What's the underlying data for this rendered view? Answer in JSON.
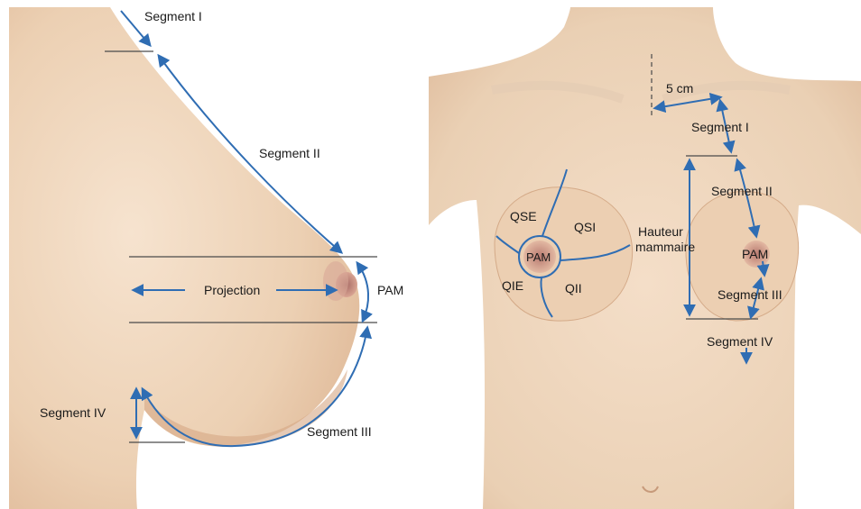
{
  "left_panel": {
    "labels": {
      "segment1": "Segment I",
      "segment2": "Segment II",
      "segment3": "Segment III",
      "segment4": "Segment IV",
      "projection": "Projection",
      "pam": "PAM"
    }
  },
  "right_panel": {
    "labels": {
      "five_cm": "5 cm",
      "segment1": "Segment I",
      "segment2": "Segment II",
      "segment3": "Segment III",
      "segment4": "Segment IV",
      "hauteur_line1": "Hauteur",
      "hauteur_line2": "mammaire",
      "pam_left": "PAM",
      "pam_right": "PAM",
      "qse": "QSE",
      "qsi": "QSI",
      "qie": "QIE",
      "qii": "QII"
    }
  },
  "colors": {
    "skin_light": "#f3dcc4",
    "skin_mid": "#e8c6a6",
    "skin_shadow": "#d8ab86",
    "arrow_blue": "#2f6db3",
    "guide_gray": "#4a4a4a",
    "nipple": "#c98e86"
  }
}
